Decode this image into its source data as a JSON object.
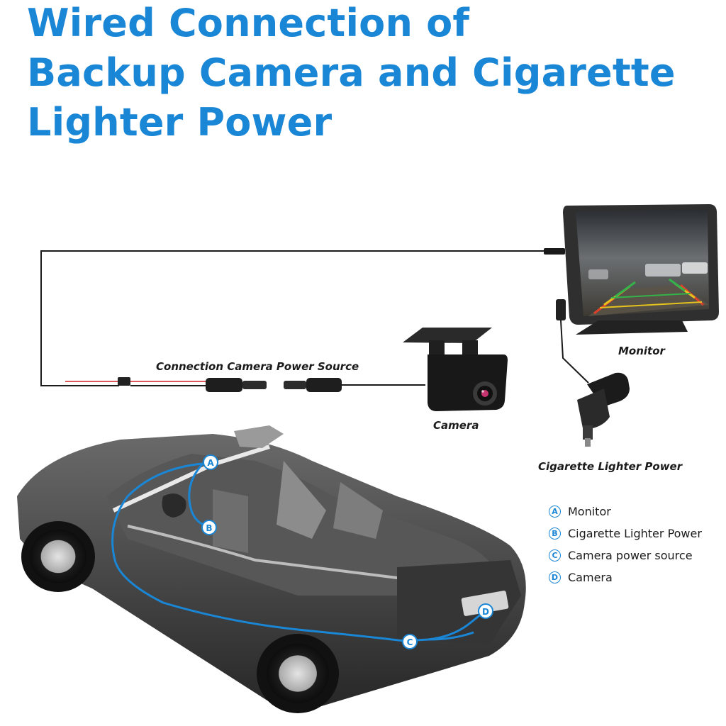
{
  "title": {
    "line1": "Wired Connection of",
    "line2": "Backup Camera and Cigarette",
    "line3": "Lighter Power"
  },
  "labels": {
    "monitor": "Monitor",
    "camera": "Camera",
    "cigarette": "Cigarette Lighter Power",
    "connection": "Connection Camera Power Source"
  },
  "markers": {
    "a": "A",
    "b": "B",
    "c": "C",
    "d": "D"
  },
  "legend": [
    {
      "mark": "A",
      "text": "Monitor"
    },
    {
      "mark": "B",
      "text": "Cigarette Lighter Power"
    },
    {
      "mark": "C",
      "text": "Camera power source"
    },
    {
      "mark": "D",
      "text": "Camera"
    }
  ],
  "colors": {
    "accent": "#1a86d6",
    "cable": "#1a1a1a",
    "red_wire": "#d22222",
    "car_body": "#3c3c3c"
  }
}
